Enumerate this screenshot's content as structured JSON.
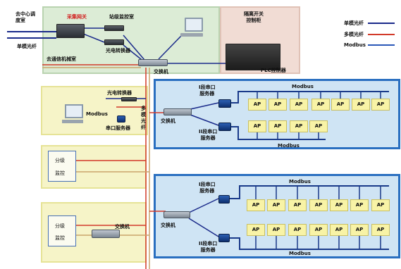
{
  "legend": {
    "items": [
      {
        "label": "单模光纤",
        "color": "#1a2a8a"
      },
      {
        "label": "多模光纤",
        "color": "#d23a2a"
      },
      {
        "label": "Modbus",
        "color": "#2a58b8"
      }
    ]
  },
  "left": {
    "room": "去中心调\n度室",
    "fiber": "单模光纤"
  },
  "top": {
    "gateway": "采集网关",
    "monitor": "站级监控室",
    "converter": "光电转换器",
    "comm_room": "去通信机械室",
    "switch": "交换机",
    "isolation": "隔离开关\n控制柜",
    "plc": "PLC控制器"
  },
  "middle": {
    "converter": "光电转换器",
    "modbus": "Modbus",
    "serial_server": "串口服务器",
    "multimode": "多\n模\n光\n纤"
  },
  "section1": {
    "switch": "交换机",
    "server_top": "I段串口\n服务器",
    "server_bottom": "II段串口\n服务器",
    "modbus_top": "Modbus",
    "modbus_bottom": "Modbus",
    "ap_label": "AP"
  },
  "section2": {
    "switch": "交换机",
    "server_top": "I段串口\n服务器",
    "server_bottom": "II段串口\n服务器",
    "modbus_top": "Modbus",
    "modbus_bottom": "Modbus",
    "ap_label": "AP"
  },
  "sub1": {
    "label1": "分级",
    "label2": "监控"
  },
  "sub2": {
    "label1": "分级",
    "label2": "监控",
    "switch": "交换机"
  },
  "colors": {
    "single_mode": "#1a2a8a",
    "multi_mode": "#d23a2a",
    "modbus": "#2a58b8",
    "green_panel": "#dcecd6",
    "pink_panel": "#f1dcd4",
    "yellow_panel": "#f6f4c8",
    "blue_panel": "#cfe4f4"
  }
}
